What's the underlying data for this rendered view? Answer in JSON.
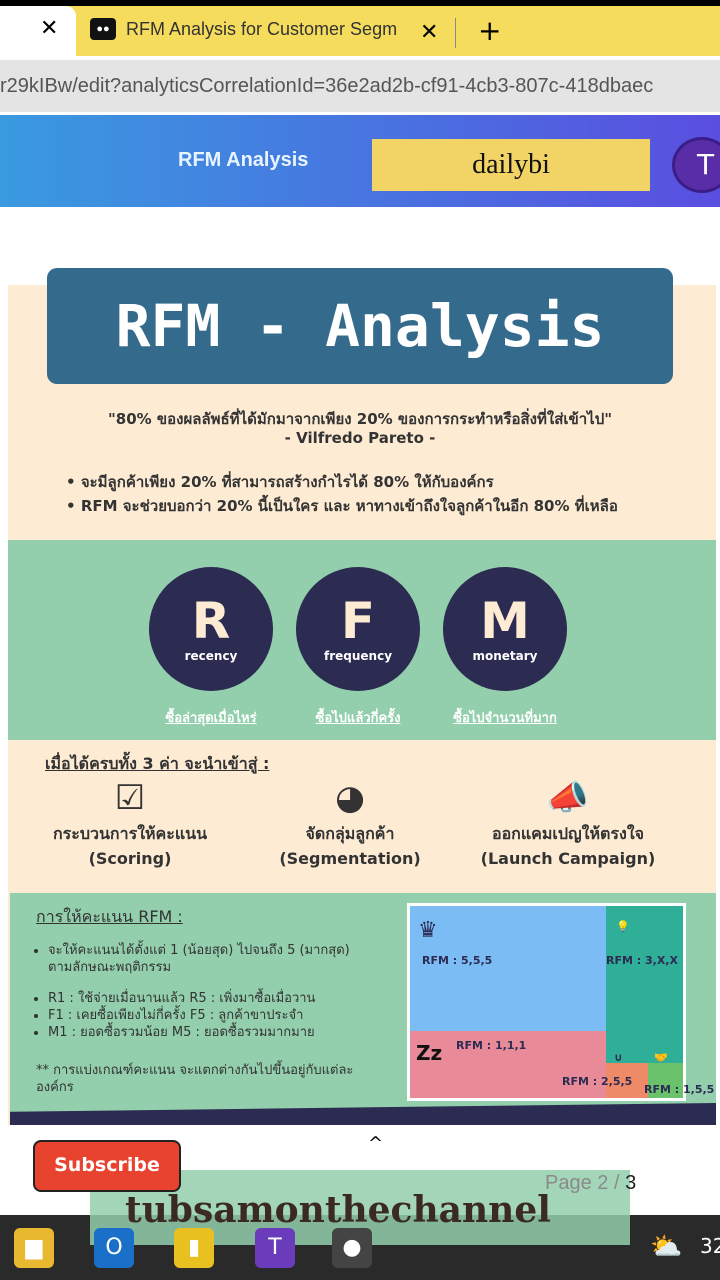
{
  "browser": {
    "tab_title": "RFM Analysis for Customer Segm",
    "url": "r29kIBw/edit?analyticsCorrelationId=36e2ad2b-cf91-4cb3-807c-418dbaec"
  },
  "header": {
    "title": "RFM Analysis",
    "tape_text": "dailybi",
    "avatar_letter": "T"
  },
  "slide": {
    "title": "RFM - Analysis",
    "quote": "\"80% ของผลลัพธ์ที่ได้มักมาจากเพียง 20% ของการกระทำหรือสิ่งที่ใส่เข้าไป\"",
    "quote_author": "- Vilfredo Pareto -",
    "bullets": [
      "จะมีลูกค้าเพียง 20% ที่สามารถสร้างกำไรได้ 80% ให้กับองค์กร",
      "RFM จะช่วยบอกว่า 20% นี้เป็นใคร และ หาทางเข้าถึงใจลูกค้าในอีก 80% ที่เหลือ"
    ],
    "rfm": [
      {
        "letter": "R",
        "word": "recency",
        "caption": "ซื้อล่าสุดเมื่อไหร่"
      },
      {
        "letter": "F",
        "word": "frequency",
        "caption": "ซื้อไปแล้วกี่ครั้ง"
      },
      {
        "letter": "M",
        "word": "monetary",
        "caption": "ซื้อไปจำนวนที่มาก"
      }
    ],
    "intro": "เมื่อได้ครบทั้ง 3 ค่า จะนำเข้าสู่ :",
    "steps": [
      {
        "icon": "scoring-icon",
        "line1": "กระบวนการให้คะแนน",
        "line2": "(Scoring)"
      },
      {
        "icon": "segmentation-icon",
        "line1": "จัดกลุ่มลูกค้า",
        "line2": "(Segmentation)"
      },
      {
        "icon": "campaign-icon",
        "line1": "ออกแคมเปญให้ตรงใจ",
        "line2": "(Launch Campaign)"
      }
    ],
    "scoring_title": "การให้คะแนน RFM :",
    "scoring_points": [
      "จะให้คะแนนได้ตั้งแต่ 1 (น้อยสุด) ไปจนถึง 5 (มากสุด) ตามลักษณะพฤติกรรม",
      "R1 : ใช้จ่ายเมื่อนานแล้ว R5 : เพิ่งมาซื้อเมื่อวาน",
      "F1 : เคยซื้อเพียงไม่กี่ครั้ง F5 : ลูกค้าขาประจำ",
      "M1 : ยอดซื้อรวมน้อย M5 : ยอดซื้อรวมมากมาย"
    ],
    "note": "** การแบ่งเกณฑ์คะแนน จะแตกต่างกันไปขึ้นอยู่กับแต่ละองค์กร",
    "treemap": [
      {
        "label": "RFM : 5,5,5",
        "color": "#7bbcf5",
        "icon": "crown-icon"
      },
      {
        "label": "RFM : 3,X,X",
        "color": "#2fae98",
        "icon": "bulb-icon"
      },
      {
        "label": "RFM : 1,1,1",
        "color": "#e88a98",
        "icon": "sleep-icon"
      },
      {
        "label": "RFM : 2,5,5",
        "color": "#ef8a68",
        "icon": "magnet-icon"
      },
      {
        "label": "RFM : 1,5,5",
        "color": "#6ac26a",
        "icon": "handshake-icon"
      }
    ]
  },
  "viewer": {
    "page_label": "Page 2 /",
    "page_total": "3"
  },
  "overlay": {
    "subscribe": "Subscribe",
    "channel": "tubsamonthechannel"
  },
  "taskbar": {
    "temp": "32"
  }
}
